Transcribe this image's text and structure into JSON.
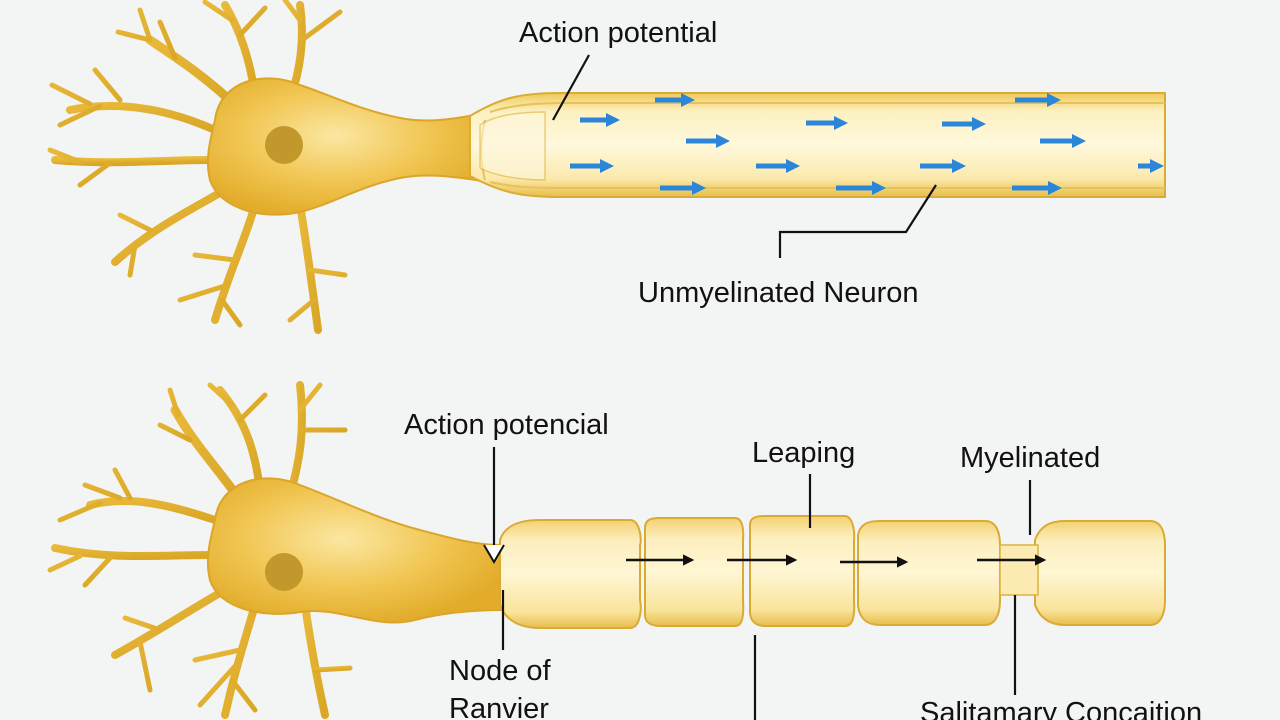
{
  "colors": {
    "background": "#f3f4f4",
    "neuron_gold": "#e8b732",
    "neuron_light": "#fbe9a6",
    "nucleus": "#c2972b",
    "ion_flow_arrow": "#2b86d9",
    "saltatory_arrow": "#111111"
  },
  "top_panel": {
    "action_potential_label": "Action potential",
    "neuron_type_label": "Unmyelinated Neuron",
    "arrow_icon": "blue-flow-arrow-icon"
  },
  "bottom_panel": {
    "action_potential_label": "Action potencial",
    "leaping_label": "Leaping",
    "myelinated_label": "Myelinated",
    "node_label_line1": "Node of",
    "node_label_line2": "Ranvier",
    "conduction_label": "Salitamary Concaition",
    "arrow_icon": "black-jump-arrow-icon"
  }
}
